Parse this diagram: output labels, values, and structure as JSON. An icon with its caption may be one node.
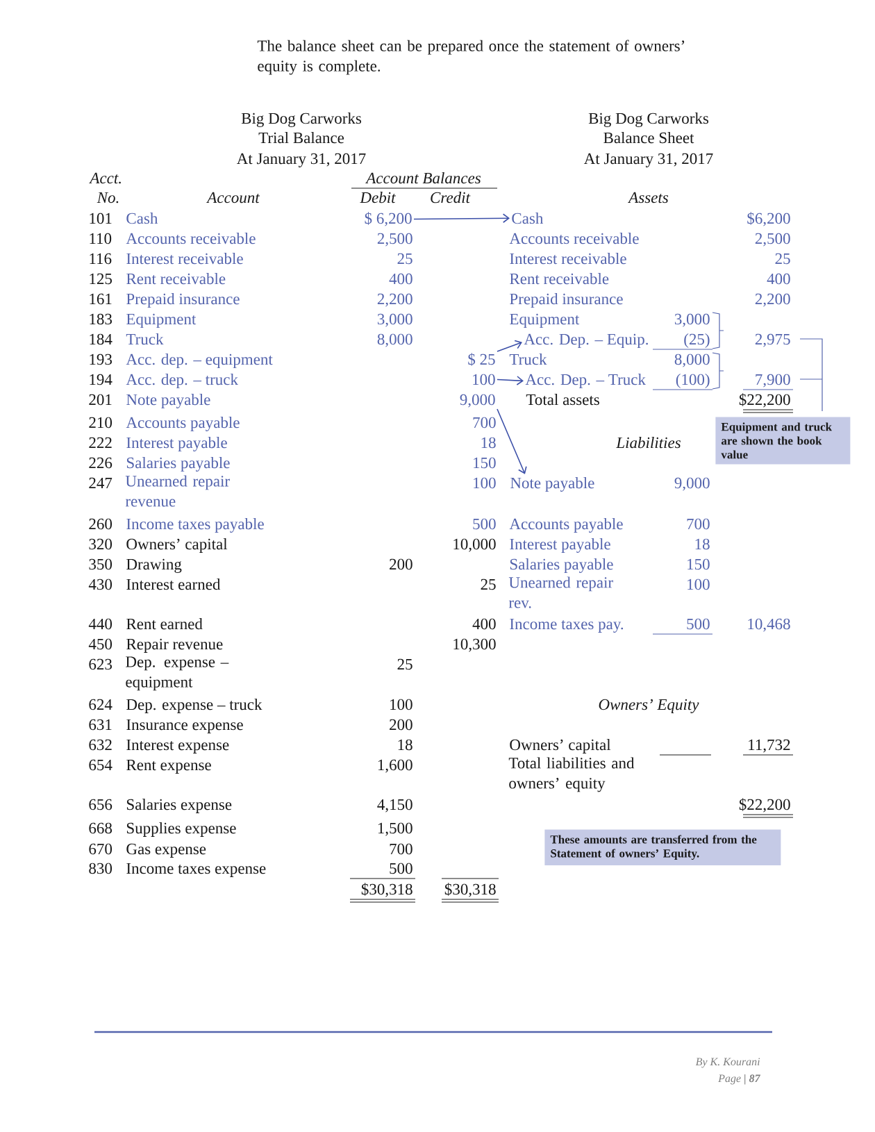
{
  "diagram": {
    "nodes": [
      {
        "text": [
          "$ 6,200"
        ]
      },
      {
        "text": [
          "Cash"
        ]
      },
      {
        "text": [
          "$ 25"
        ]
      },
      {
        "text": [
          "Acc. Dep. – Equip."
        ]
      },
      {
        "text": [
          "100"
        ]
      },
      {
        "text": [
          "Acc. Dep. – Truck"
        ]
      },
      {
        "text": [
          "9,000"
        ]
      },
      {
        "text": [
          "Note payable"
        ]
      },
      {
        "text": [
          "Equipment and truck are shown the book value"
        ]
      },
      {
        "text": [
          "These amounts are transferred from the Statement of owners’ Equity."
        ]
      }
    ],
    "edges": [
      {
        "from": 0,
        "to": 1,
        "arrow": "to"
      },
      {
        "from": 2,
        "to": 3,
        "arrow": "to"
      },
      {
        "from": 4,
        "to": 5,
        "arrow": "to"
      },
      {
        "from": 6,
        "to": 7,
        "arrow": "to"
      }
    ],
    "labels": [
      "The balance sheet can be prepared once the statement of owners’ equity is complete.",
      "Big Dog Carworks",
      "Big Dog Carworks",
      "Trial Balance",
      "Balance Sheet",
      "At January 31, 2017",
      "At January 31, 2017",
      "Acct.",
      "Account Balances",
      "No.",
      "Account",
      "Debit",
      "Credit",
      "Assets",
      "101",
      "Cash",
      "$6,200",
      "110",
      "Accounts receivable",
      "2,500",
      "Accounts receivable",
      "2,500",
      "116",
      "Interest receivable",
      "25",
      "Interest receivable",
      "25",
      "125",
      "Rent receivable",
      "400",
      "Rent receivable",
      "400",
      "161",
      "Prepaid insurance",
      "2,200",
      "Prepaid insurance",
      "2,200",
      "183",
      "Equipment",
      "3,000",
      "Equipment",
      "3,000",
      "184",
      "Truck",
      "8,000",
      "(25)",
      "2,975",
      "193",
      "Acc. dep. – equipment",
      "Truck",
      "8,000",
      "194",
      "Acc. dep. – truck",
      "(100)",
      "7,900",
      "201",
      "Note payable",
      "Total assets",
      "$22,200",
      "210",
      "Accounts payable",
      "700",
      "222",
      "Interest payable",
      "18",
      "Liabilities",
      "226",
      "Salaries payable",
      "150",
      "247",
      "Unearned repair revenue",
      "100",
      "9,000",
      "260",
      "Income taxes payable",
      "500",
      "Accounts payable",
      "700",
      "320",
      "Owners’ capital",
      "10,000",
      "Interest payable",
      "18",
      "350",
      "Drawing",
      "200",
      "Salaries payable",
      "150",
      "430",
      "Interest earned",
      "25",
      "Unearned repair rev.",
      "100",
      "440",
      "Rent earned",
      "400",
      "Income taxes pay.",
      "500",
      "10,468",
      "450",
      "Repair revenue",
      "10,300",
      "623",
      "Dep. expense – equipment",
      "25",
      "624",
      "Dep. expense – truck",
      "100",
      "Owners’ Equity",
      "631",
      "Insurance expense",
      "200",
      "632",
      "Interest expense",
      "18",
      "Owners’ capital",
      "11,732",
      "654",
      "Rent expense",
      "1,600",
      "Total liabilities and owners’ equity",
      "656",
      "Salaries expense",
      "4,150",
      "$22,200",
      "668",
      "Supplies expense",
      "1,500",
      "670",
      "Gas expense",
      "700",
      "830",
      "Income taxes expense",
      "500",
      "$30,318",
      "$30,318",
      "By K. Kourani",
      "Page **| 87**"
    ]
  }
}
